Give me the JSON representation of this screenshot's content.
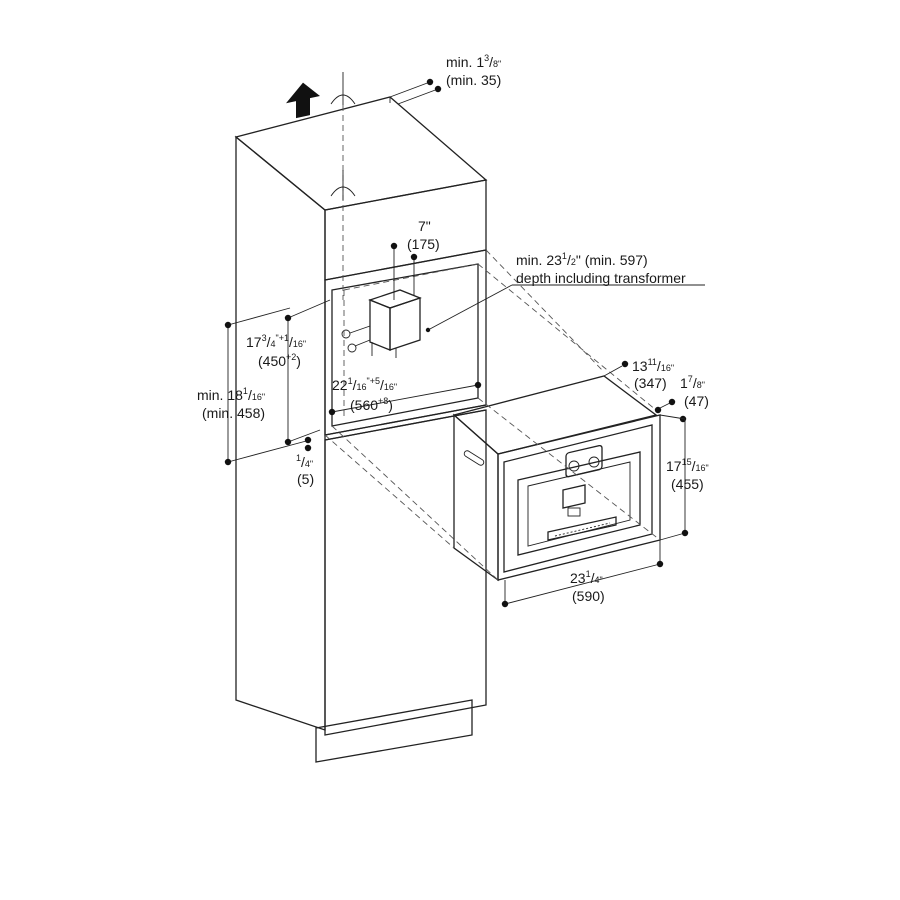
{
  "dimensions": {
    "top_gap": {
      "inch_whole": "min. 1",
      "inch_num": "3",
      "inch_den": "8",
      "inch_tail": "\"",
      "mm": "(min. 35)"
    },
    "transformer": {
      "inch": "7\"",
      "mm": "(175)"
    },
    "depth_note": {
      "line1_prefix": "min. 23",
      "line1_num": "1",
      "line1_den": "2",
      "line1_suffix": "\" (min. 597)",
      "line2": "depth including transformer"
    },
    "niche_height": {
      "inch_whole": "17",
      "inch_num": "3",
      "inch_den": "4",
      "inch_mid": "\"+1",
      "inch_den2": "16",
      "inch_tail": "\"",
      "mm_main": "(450",
      "mm_sup": "+2",
      "mm_tail": ")"
    },
    "niche_width": {
      "inch_whole": "22",
      "inch_num": "1",
      "inch_den": "16",
      "inch_mid": "\"+5",
      "inch_den2": "16",
      "inch_tail": "\"",
      "mm_main": "(560",
      "mm_sup": "+8",
      "mm_tail": ")"
    },
    "cabinet_min": {
      "inch_whole": "min. 18",
      "inch_num": "1",
      "inch_den": "16",
      "inch_tail": "\"",
      "mm": "(min. 458)"
    },
    "shelf": {
      "inch_num": "1",
      "inch_den": "4",
      "inch_tail": "\"",
      "mm": "(5)"
    },
    "appliance_depth": {
      "inch_whole": "13",
      "inch_num": "11",
      "inch_den": "16",
      "inch_tail": "\"",
      "mm": "(347)"
    },
    "front_depth": {
      "inch_whole": "1",
      "inch_num": "7",
      "inch_den": "8",
      "inch_tail": "\"",
      "mm": "(47)"
    },
    "appliance_height": {
      "inch_whole": "17",
      "inch_num": "15",
      "inch_den": "16",
      "inch_tail": "\"",
      "mm": "(455)"
    },
    "appliance_width": {
      "inch_whole": "23",
      "inch_num": "1",
      "inch_den": "4",
      "inch_tail": "\"",
      "mm": "(590)"
    }
  },
  "icons": {
    "airflow_arrow": "arrow-up-icon",
    "fuse": "circuit-symbol-icon"
  }
}
